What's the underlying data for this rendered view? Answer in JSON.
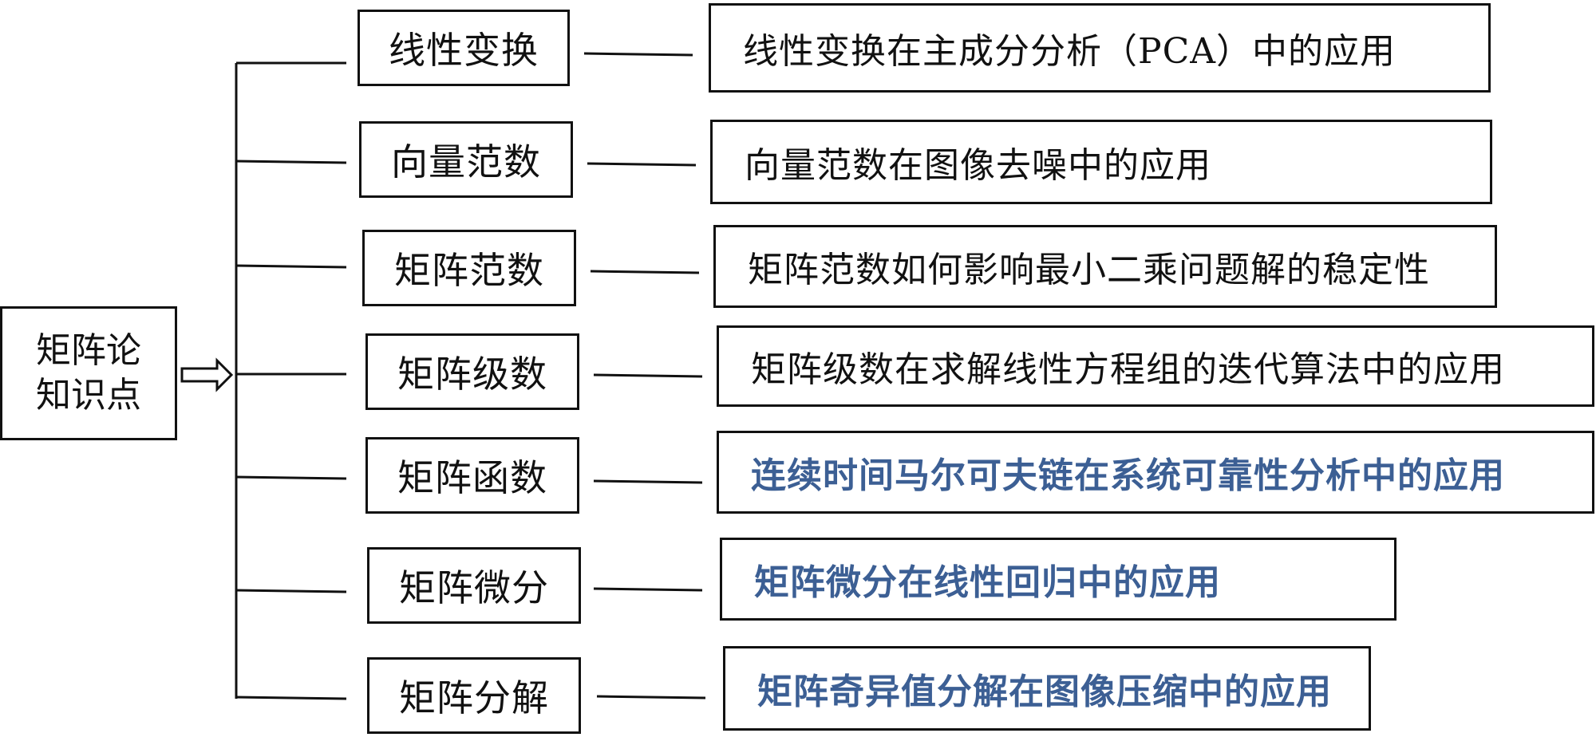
{
  "root": {
    "line1": "矩阵论",
    "line2": "知识点"
  },
  "branches": [
    {
      "concept": "线性变换",
      "application": "线性变换在主成分分析（PCA）中的应用",
      "highlight": false
    },
    {
      "concept": "向量范数",
      "application": "向量范数在图像去噪中的应用",
      "highlight": false
    },
    {
      "concept": "矩阵范数",
      "application": "矩阵范数如何影响最小二乘问题解的稳定性",
      "highlight": false
    },
    {
      "concept": "矩阵级数",
      "application": "矩阵级数在求解线性方程组的迭代算法中的应用",
      "highlight": false
    },
    {
      "concept": "矩阵函数",
      "application": "连续时间马尔可夫链在系统可靠性分析中的应用",
      "highlight": true
    },
    {
      "concept": "矩阵微分",
      "application": "矩阵微分在线性回归中的应用",
      "highlight": true
    },
    {
      "concept": "矩阵分解",
      "application": "矩阵奇异值分解在图像压缩中的应用",
      "highlight": true
    }
  ],
  "colors": {
    "line": "#111111",
    "highlight_text": "#3c5f94"
  }
}
